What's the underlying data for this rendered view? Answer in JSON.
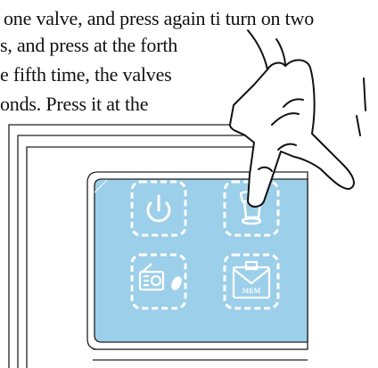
{
  "instructions": {
    "lines": [
      "one valve, and press again ti turn on two",
      "s, and press at the forth",
      "e fifth time, the valves",
      "onds. Press it at the"
    ]
  },
  "panel": {
    "screen_color": "#9ccfe9",
    "icons": [
      "power-icon",
      "shower-icon",
      "radio-icon",
      "memory-icon"
    ],
    "memory_label": "MEM"
  },
  "colors": {
    "outline": "#222222",
    "screen": "#9ccfe9",
    "icon_stroke": "#ffffff"
  }
}
